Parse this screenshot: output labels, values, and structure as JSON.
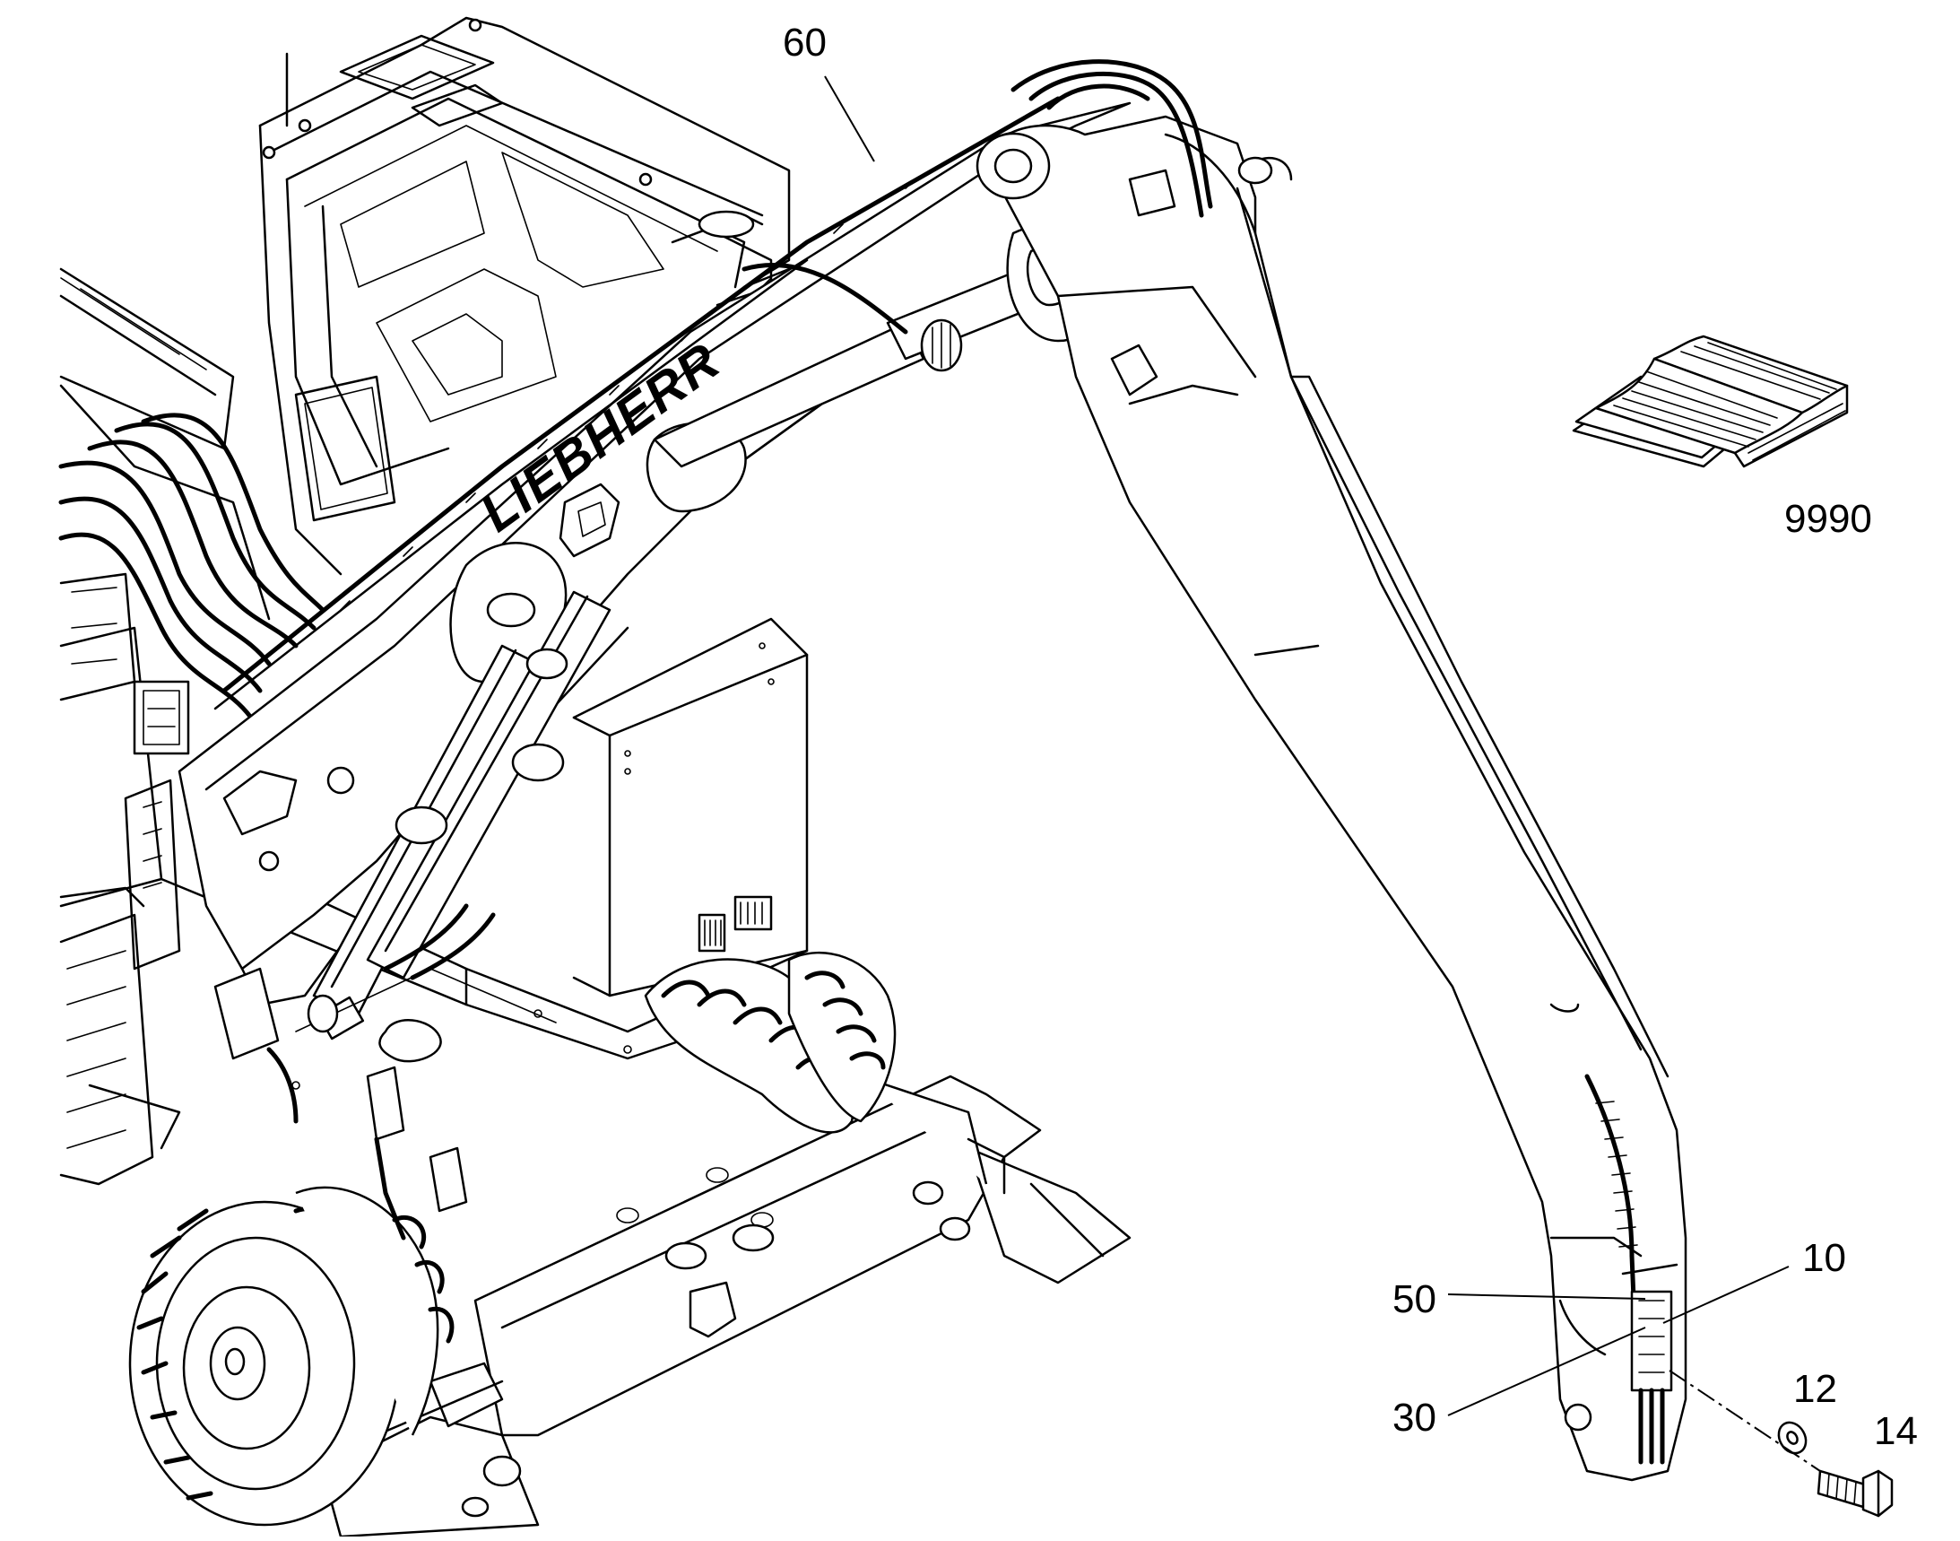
{
  "brand_text": "LIEBHERR",
  "callouts": {
    "c60": "60",
    "c9990": "9990",
    "c10": "10",
    "c50": "50",
    "c30": "30",
    "c12": "12",
    "c14": "14"
  },
  "icons": {
    "manual": "open-book-icon",
    "washer": "washer-icon",
    "bolt": "hex-bolt-icon"
  }
}
